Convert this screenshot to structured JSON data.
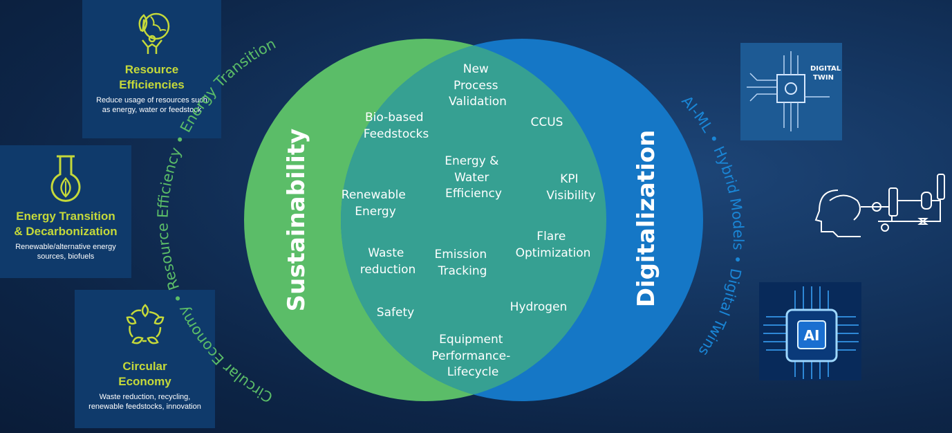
{
  "cards": [
    {
      "title_lines": [
        "Resource",
        "Efficiencies"
      ],
      "desc_lines": [
        "Reduce usage of resources such",
        "as energy, water or feedstock"
      ],
      "icon": "earth-leaf-hands-icon"
    },
    {
      "title_lines": [
        "Energy Transition",
        "& Decarbonization"
      ],
      "desc_lines": [
        "Renewable/alternative energy",
        "sources, biofuels"
      ],
      "icon": "flask-leaf-icon"
    },
    {
      "title_lines": [
        "Circular",
        "Economy"
      ],
      "desc_lines": [
        "Waste reduction, recycling,",
        "renewable feedstocks, innovation"
      ],
      "icon": "leaf-cycle-icon"
    }
  ],
  "venn": {
    "left_label": "Sustainability",
    "right_label": "Digitalization",
    "left_arc_text": "Circular Economy • Resource Efficiency • Energy Transition",
    "right_arc_text": "AI-ML • Hybrid Models • Digital Twins",
    "items": {
      "new_process_validation": [
        "New",
        "Process",
        "Validation"
      ],
      "bio_based_feedstocks": [
        "Bio-based",
        "Feedstocks"
      ],
      "ccus": [
        "CCUS"
      ],
      "energy_water_efficiency": [
        "Energy &",
        "Water",
        "Efficiency"
      ],
      "kpi_visibility": [
        "KPI",
        "Visibility"
      ],
      "renewable_energy": [
        "Renewable",
        "Energy"
      ],
      "flare_optimization": [
        "Flare",
        "Optimization"
      ],
      "waste_reduction": [
        "Waste",
        "reduction"
      ],
      "emission_tracking": [
        "Emission",
        "Tracking"
      ],
      "safety": [
        "Safety"
      ],
      "hydrogen": [
        "Hydrogen"
      ],
      "equipment_performance": [
        "Equipment",
        "Performance-",
        "Lifecycle"
      ]
    }
  },
  "right_images": {
    "digital_twin_label": [
      "DIGITAL",
      "TWIN"
    ],
    "ai_label": "AI"
  },
  "colors": {
    "green": "#5bbd68",
    "blue": "#1577c6",
    "overlap": "#36a092",
    "card_bg": "#0f3a6b",
    "title_green": "#c5d93a",
    "arc_green": "#5bbd68",
    "arc_blue": "#1a86d6"
  }
}
